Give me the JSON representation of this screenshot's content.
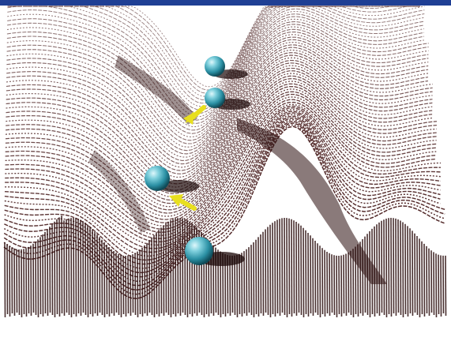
{
  "colors": {
    "banner": "#1f3f94",
    "ink": "#4a1f1f",
    "ink_dark": "#2a0c0c",
    "ball": "#3aa6b8",
    "arrow": "#e8df1f"
  },
  "figure": {
    "balls": [
      {
        "name": "ball-top"
      },
      {
        "name": "ball-second"
      },
      {
        "name": "ball-third"
      },
      {
        "name": "ball-bottom"
      }
    ],
    "arrows": [
      {
        "name": "arrow-upper"
      },
      {
        "name": "arrow-lower"
      }
    ]
  }
}
